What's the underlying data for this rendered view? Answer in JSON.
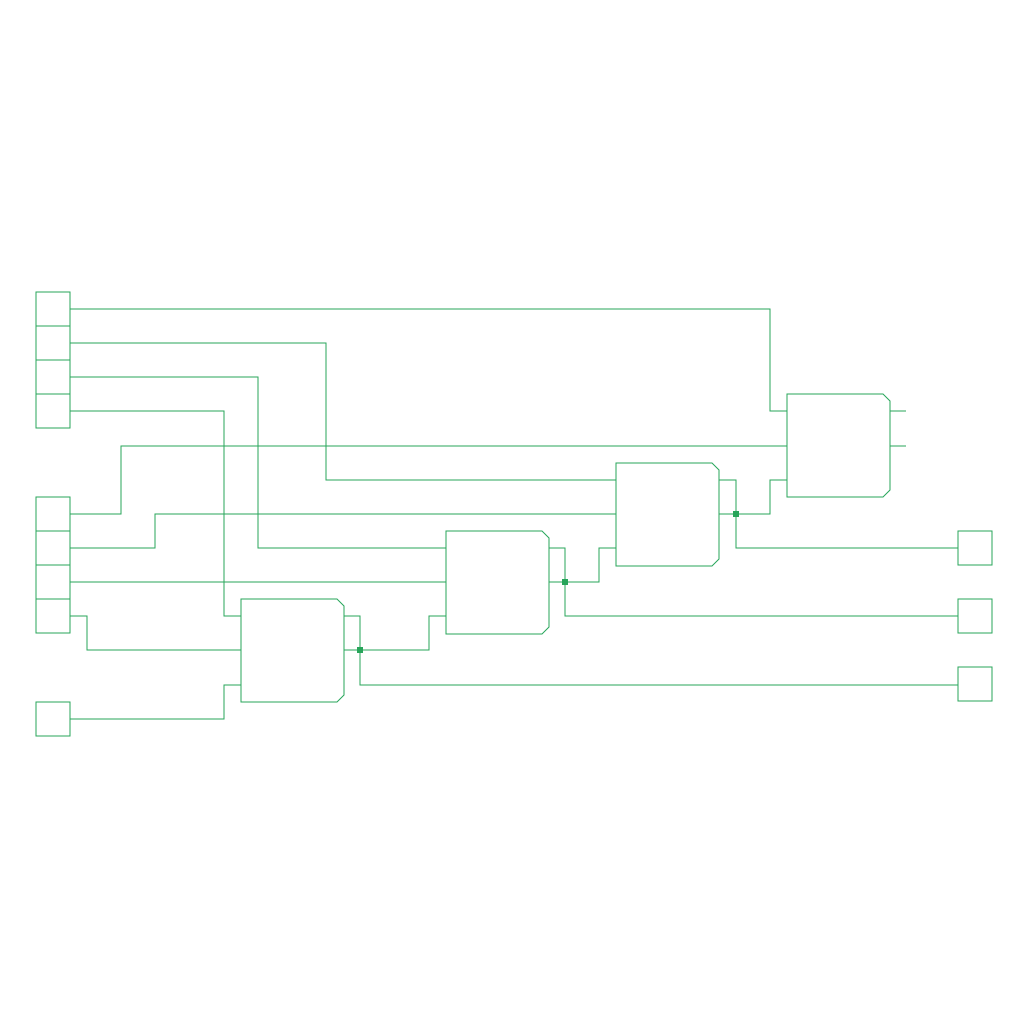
{
  "schematic": {
    "stroke_color": "#27a55a",
    "background_color": "#ffffff",
    "input_ports": [
      {
        "id": "in-a0"
      },
      {
        "id": "in-a1"
      },
      {
        "id": "in-a2"
      },
      {
        "id": "in-a3"
      },
      {
        "id": "in-b0"
      },
      {
        "id": "in-b1"
      },
      {
        "id": "in-b2"
      },
      {
        "id": "in-b3"
      },
      {
        "id": "in-cin"
      }
    ],
    "output_ports": [
      {
        "id": "out-s0"
      },
      {
        "id": "out-s1"
      },
      {
        "id": "out-s2"
      }
    ],
    "blocks": [
      {
        "id": "block-1"
      },
      {
        "id": "block-2"
      },
      {
        "id": "block-3"
      },
      {
        "id": "block-4"
      }
    ]
  }
}
